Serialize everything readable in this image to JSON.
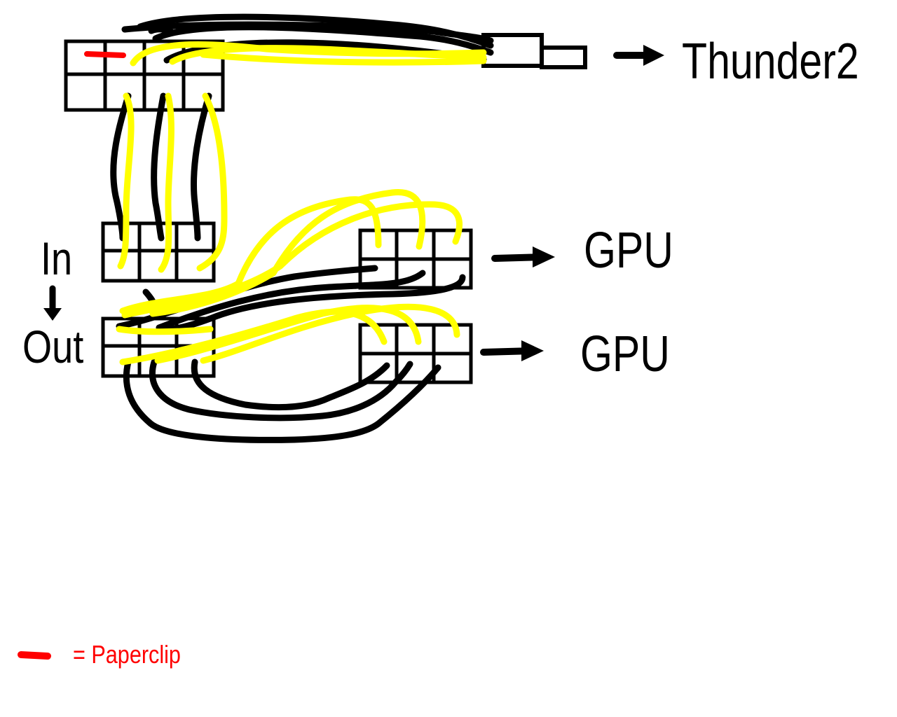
{
  "colors": {
    "wire_black": "#000000",
    "wire_yellow": "#ffff00",
    "paperclip_red": "#ff0000"
  },
  "labels": {
    "thunder": "Thunder2",
    "gpu_top": "GPU",
    "gpu_bottom": "GPU",
    "in": "In",
    "out": "Out"
  },
  "legend": {
    "text": "= Paperclip"
  }
}
